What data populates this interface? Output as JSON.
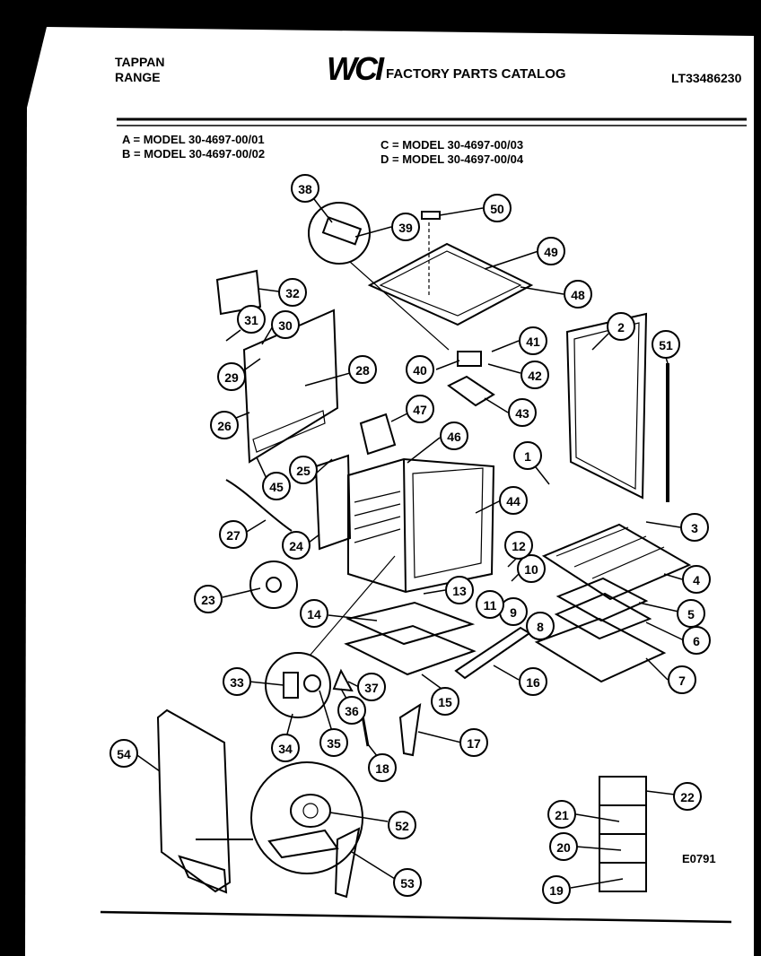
{
  "header": {
    "brand_line1": "TAPPAN",
    "brand_line2": "RANGE",
    "logo": "WCI",
    "catalog_title": "FACTORY PARTS CATALOG",
    "catalog_number": "LT33486230"
  },
  "models": {
    "a": "A = MODEL 30-4697-00/01",
    "b": "B = MODEL 30-4697-00/02",
    "c": "C = MODEL 30-4697-00/03",
    "d": "D = MODEL 30-4697-00/04"
  },
  "diagram_code": "E0791",
  "callouts": [
    "1",
    "2",
    "3",
    "4",
    "5",
    "6",
    "7",
    "8",
    "9",
    "10",
    "11",
    "12",
    "13",
    "14",
    "15",
    "16",
    "17",
    "18",
    "19",
    "20",
    "21",
    "22",
    "23",
    "24",
    "25",
    "26",
    "27",
    "28",
    "29",
    "30",
    "31",
    "32",
    "33",
    "34",
    "35",
    "36",
    "37",
    "38",
    "39",
    "40",
    "41",
    "42",
    "43",
    "44",
    "45",
    "46",
    "47",
    "48",
    "49",
    "50",
    "51",
    "52",
    "53",
    "54"
  ]
}
